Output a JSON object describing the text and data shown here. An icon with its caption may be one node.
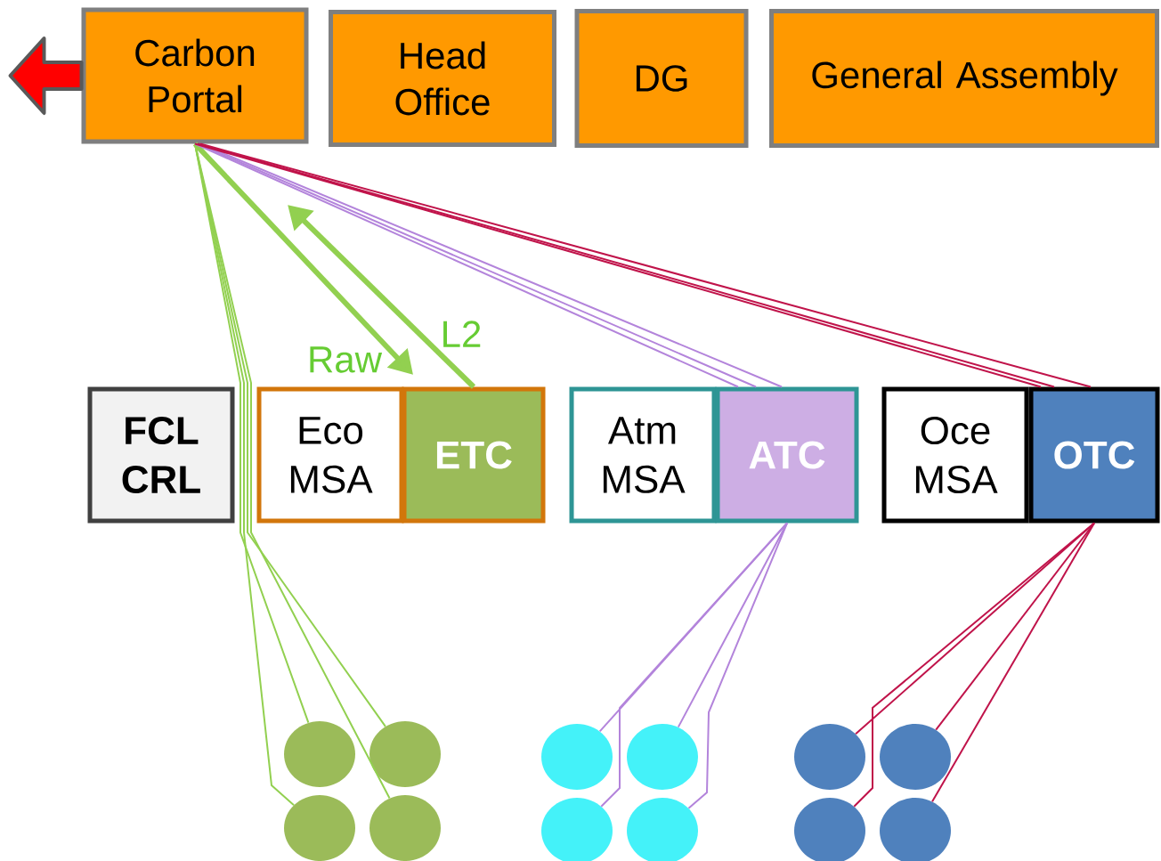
{
  "diagram": {
    "nodes": [
      {
        "text": [
          "Carbon Portal"
        ]
      },
      {
        "text": [
          "Head Office"
        ]
      },
      {
        "text": [
          "DG"
        ]
      },
      {
        "text": [
          "General Assembly"
        ]
      },
      {
        "text": [
          "FCL CRL"
        ]
      },
      {
        "text": [
          "Eco MSA"
        ]
      },
      {
        "text": [
          "ETC"
        ]
      },
      {
        "text": [
          "Atm MSA"
        ]
      },
      {
        "text": [
          "ATC"
        ]
      },
      {
        "text": [
          "Oce MSA"
        ]
      },
      {
        "text": [
          "OTC"
        ]
      },
      {
        "text": [],
        "shape": "circle"
      },
      {
        "text": [],
        "shape": "circle"
      },
      {
        "text": [],
        "shape": "circle"
      },
      {
        "text": [],
        "shape": "circle"
      },
      {
        "text": [],
        "shape": "circle"
      },
      {
        "text": [],
        "shape": "circle"
      },
      {
        "text": [],
        "shape": "circle"
      },
      {
        "text": [],
        "shape": "circle"
      },
      {
        "text": [],
        "shape": "circle"
      },
      {
        "text": [],
        "shape": "circle"
      },
      {
        "text": [],
        "shape": "circle"
      },
      {
        "text": [],
        "shape": "circle"
      }
    ],
    "edges": [
      {
        "from": 0,
        "to": null,
        "arrow": "to",
        "color": "#ff0000"
      },
      {
        "from": 0,
        "to": 6,
        "arrow": "to",
        "label": "Raw",
        "style": "thick",
        "color": "#92d050"
      },
      {
        "from": 6,
        "to": null,
        "arrow": "to",
        "label": "L2",
        "style": "thick",
        "color": "#92d050"
      },
      {
        "from": 0,
        "to": 11,
        "arrow": "none",
        "color": "#92d050"
      },
      {
        "from": 0,
        "to": 13,
        "arrow": "none",
        "color": "#92d050"
      },
      {
        "from": 0,
        "to": 12,
        "arrow": "none",
        "color": "#92d050"
      },
      {
        "from": 0,
        "to": 14,
        "arrow": "none",
        "color": "#92d050"
      },
      {
        "from": 0,
        "to": 8,
        "arrow": "none",
        "color": "#b384db"
      },
      {
        "from": 0,
        "to": 8,
        "arrow": "none",
        "color": "#b384db"
      },
      {
        "from": 0,
        "to": 8,
        "arrow": "none",
        "color": "#b384db"
      },
      {
        "from": 0,
        "to": 10,
        "arrow": "none",
        "color": "#c0134a"
      },
      {
        "from": 0,
        "to": 10,
        "arrow": "none",
        "color": "#c0134a"
      },
      {
        "from": 0,
        "to": 10,
        "arrow": "none",
        "color": "#c0134a"
      },
      {
        "from": 8,
        "to": 15,
        "arrow": "none",
        "color": "#b384db"
      },
      {
        "from": 8,
        "to": 17,
        "arrow": "none",
        "color": "#b384db"
      },
      {
        "from": 8,
        "to": 16,
        "arrow": "none",
        "color": "#b384db"
      },
      {
        "from": 8,
        "to": 18,
        "arrow": "none",
        "color": "#b384db"
      },
      {
        "from": 10,
        "to": 19,
        "arrow": "none",
        "color": "#c0134a"
      },
      {
        "from": 10,
        "to": 21,
        "arrow": "none",
        "color": "#c0134a"
      },
      {
        "from": 10,
        "to": 20,
        "arrow": "none",
        "color": "#c0134a"
      },
      {
        "from": 10,
        "to": 22,
        "arrow": "none",
        "color": "#c0134a"
      }
    ]
  }
}
